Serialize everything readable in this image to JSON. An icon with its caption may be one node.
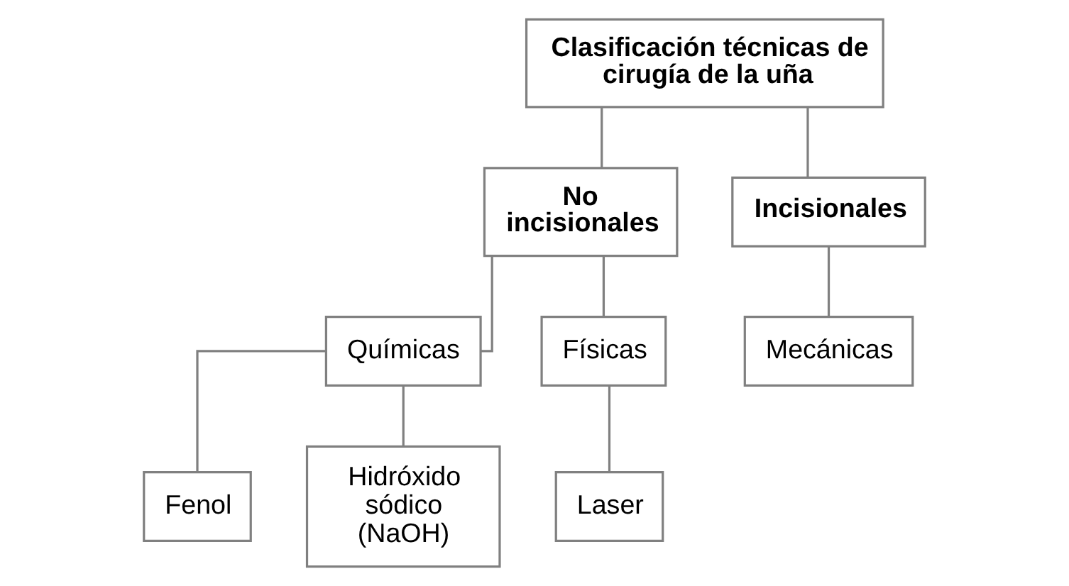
{
  "diagram": {
    "nodes": [
      {
        "text": [
          "Clasificación técnicas de cirugía de la uña"
        ]
      },
      {
        "text": [
          "No incisionales"
        ]
      },
      {
        "text": [
          "Incisionales"
        ]
      },
      {
        "text": [
          "Químicas"
        ]
      },
      {
        "text": [
          "Físicas"
        ]
      },
      {
        "text": [
          "Mecánicas"
        ]
      },
      {
        "text": [
          "Fenol"
        ]
      },
      {
        "text": [
          "Hidróxido sódico (NaOH)"
        ]
      },
      {
        "text": [
          "Laser"
        ]
      }
    ],
    "edges": [
      {
        "from": 0,
        "to": 1,
        "arrow": "none"
      },
      {
        "from": 0,
        "to": 2,
        "arrow": "none"
      },
      {
        "from": 1,
        "to": 3,
        "arrow": "none"
      },
      {
        "from": 1,
        "to": 4,
        "arrow": "none"
      },
      {
        "from": 2,
        "to": 5,
        "arrow": "none"
      },
      {
        "from": 3,
        "to": 6,
        "arrow": "none"
      },
      {
        "from": 3,
        "to": 7,
        "arrow": "none"
      },
      {
        "from": 4,
        "to": 8,
        "arrow": "none"
      }
    ]
  }
}
